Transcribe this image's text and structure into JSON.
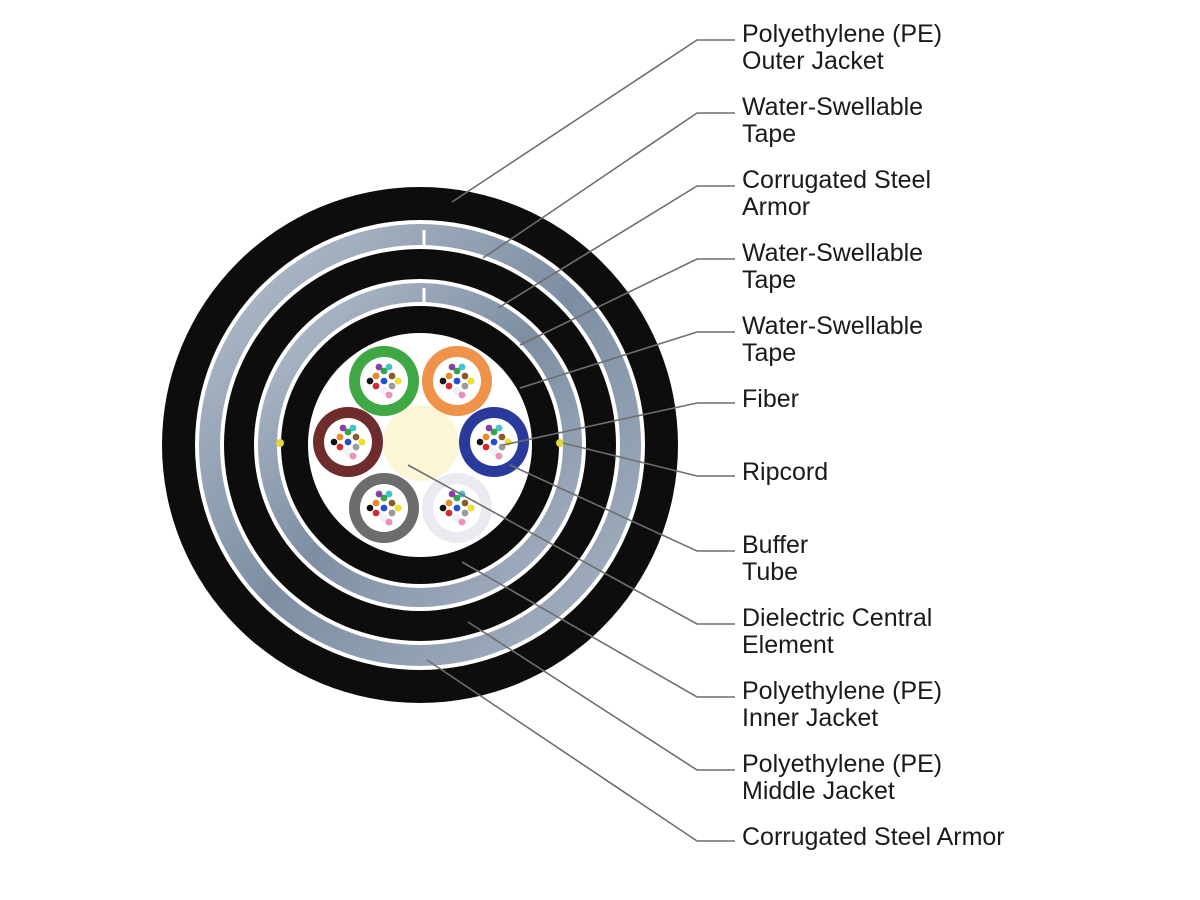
{
  "labels": [
    {
      "id": "outer-jacket",
      "lines": [
        "Polyethylene (PE)",
        "Outer Jacket"
      ]
    },
    {
      "id": "water-tape-1",
      "lines": [
        "Water-Swellable",
        "Tape"
      ]
    },
    {
      "id": "steel-armor-inner",
      "lines": [
        "Corrugated Steel",
        "Armor"
      ]
    },
    {
      "id": "water-tape-2",
      "lines": [
        "Water-Swellable",
        "Tape"
      ]
    },
    {
      "id": "water-tape-3",
      "lines": [
        "Water-Swellable",
        "Tape"
      ]
    },
    {
      "id": "fiber",
      "lines": [
        "Fiber"
      ]
    },
    {
      "id": "ripcord",
      "lines": [
        "Ripcord"
      ]
    },
    {
      "id": "buffer-tube",
      "lines": [
        "Buffer",
        "Tube"
      ]
    },
    {
      "id": "central-element",
      "lines": [
        "Dielectric Central",
        "Element"
      ]
    },
    {
      "id": "inner-jacket",
      "lines": [
        "Polyethylene (PE)",
        "Inner Jacket"
      ]
    },
    {
      "id": "middle-jacket",
      "lines": [
        "Polyethylene (PE)",
        "Middle Jacket"
      ]
    },
    {
      "id": "steel-armor-outer",
      "lines": [
        "Corrugated Steel Armor"
      ]
    }
  ],
  "colors": {
    "jacket": "#0d0d0d",
    "armor": "#8a98aa",
    "tape": "#ffffff",
    "core_fill": "#ffffff",
    "central_element": "#fbf7d6",
    "ripcord": "#e2d43a",
    "leader_line": "#6e6e6e",
    "buffer_tubes": [
      "#3fa845",
      "#f0934a",
      "#2a3a9c",
      "#eaeaf0",
      "#6c6c6c",
      "#6e2c2c"
    ],
    "fiber_colors": [
      "#1f4fd8",
      "#f08a1e",
      "#2fa84a",
      "#8a5a2b",
      "#9a9a9a",
      "#f4f4f4",
      "#d8262e",
      "#111111",
      "#f2e21e",
      "#8b3fa8",
      "#f08fbf",
      "#3fc7d0"
    ]
  }
}
